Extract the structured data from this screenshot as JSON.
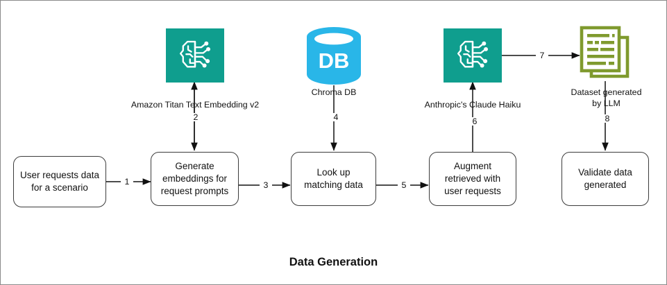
{
  "diagram": {
    "title": "Data Generation",
    "colors": {
      "teal": "#0f9e8e",
      "cyan": "#29b6e8",
      "olive": "#7f9a2e",
      "stroke": "#3b3b3b",
      "text": "#111111",
      "canvas_border": "#8a8a8a"
    },
    "process_boxes": [
      {
        "id": "user-request",
        "label": "User requests data\nfor a scenario"
      },
      {
        "id": "generate-embeddings",
        "label": "Generate\nembeddings for\nrequest prompts"
      },
      {
        "id": "lookup-matching",
        "label": "Look up matching\ndata"
      },
      {
        "id": "augment-retrieved",
        "label": "Augment retrieved\nwith user requests"
      },
      {
        "id": "validate-data",
        "label": "Validate data\ngenerated"
      }
    ],
    "resources": [
      {
        "id": "titan-embedding",
        "icon": "ai-brain-circuit-icon",
        "caption": "Amazon Titan Text Embedding v2",
        "color": "#0f9e8e"
      },
      {
        "id": "chroma-db",
        "icon": "database-cylinder-icon",
        "icon_text": "DB",
        "caption": "Chroma DB",
        "color": "#29b6e8"
      },
      {
        "id": "claude-haiku",
        "icon": "ai-brain-circuit-icon",
        "caption": "Anthropic's Claude Haiku",
        "color": "#0f9e8e"
      },
      {
        "id": "dataset-llm",
        "icon": "document-stack-icon",
        "caption": "Dataset generated\nby LLM",
        "color": "#7f9a2e"
      }
    ],
    "edges": [
      {
        "id": "edge-1",
        "label": "1",
        "from": "user-request",
        "to": "generate-embeddings",
        "direction": "right"
      },
      {
        "id": "edge-2",
        "label": "2",
        "from": "generate-embeddings",
        "to": "titan-embedding",
        "direction": "bidirectional-vertical"
      },
      {
        "id": "edge-3",
        "label": "3",
        "from": "generate-embeddings",
        "to": "lookup-matching",
        "direction": "right"
      },
      {
        "id": "edge-4",
        "label": "4",
        "from": "chroma-db",
        "to": "lookup-matching",
        "direction": "down"
      },
      {
        "id": "edge-5",
        "label": "5",
        "from": "lookup-matching",
        "to": "augment-retrieved",
        "direction": "right"
      },
      {
        "id": "edge-6",
        "label": "6",
        "from": "augment-retrieved",
        "to": "claude-haiku",
        "direction": "up"
      },
      {
        "id": "edge-7",
        "label": "7",
        "from": "claude-haiku",
        "to": "dataset-llm",
        "direction": "right"
      },
      {
        "id": "edge-8",
        "label": "8",
        "from": "dataset-llm",
        "to": "validate-data",
        "direction": "down"
      }
    ]
  }
}
